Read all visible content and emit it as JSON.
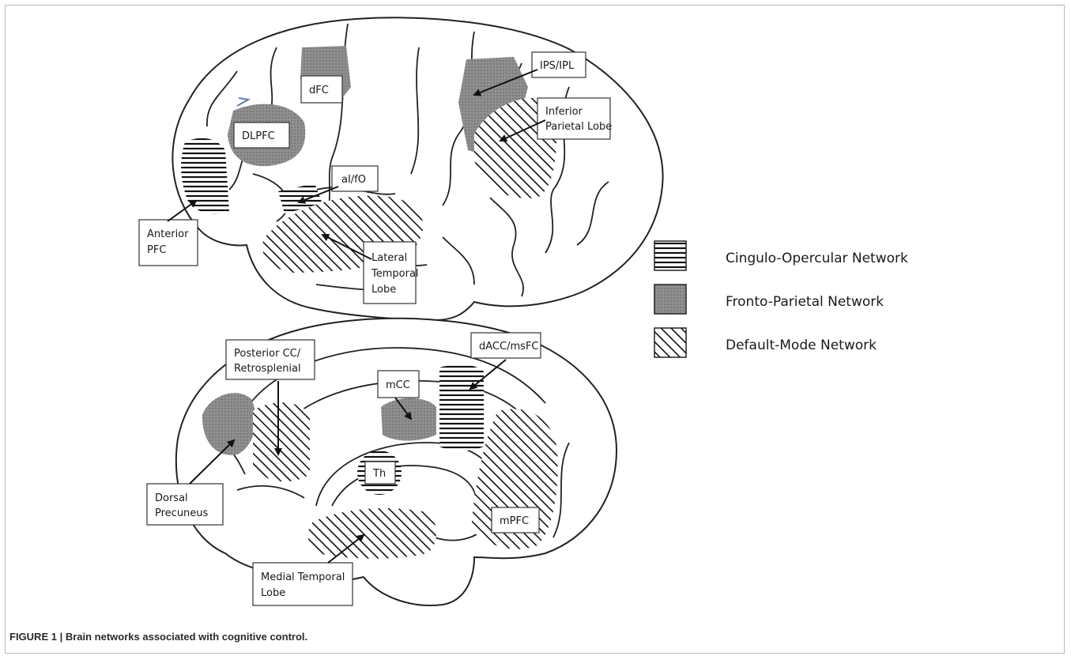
{
  "caption": {
    "number": "FIGURE 1 |",
    "text": "Brain networks associated with cognitive control."
  },
  "lateral_view": {
    "labels": {
      "dfc": "dFC",
      "ips_ipl": "IPS/IPL",
      "inferior_parietal": [
        "Inferior",
        "Parietal Lobe"
      ],
      "dlpfc": "DLPFC",
      "ai_fo": "aI/fO",
      "anterior_pfc": [
        "Anterior",
        "PFC"
      ],
      "lateral_temporal": [
        "Lateral",
        "Temporal",
        "Lobe"
      ]
    }
  },
  "medial_view": {
    "labels": {
      "posterior_cc": [
        "Posterior CC/",
        "Retrosplenial"
      ],
      "mcc": "mCC",
      "dacc_msfc": "dACC/msFC",
      "th": "Th",
      "mpfc": "mPFC",
      "dorsal_precuneus": [
        "Dorsal",
        "Precuneus"
      ],
      "medial_temporal": [
        "Medial Temporal",
        "Lobe"
      ]
    }
  },
  "legend": [
    {
      "label": "Cingulo-Opercular Network",
      "pattern": "horizontal-lines"
    },
    {
      "label": "Fronto-Parietal Network",
      "pattern": "gray-fill"
    },
    {
      "label": "Default-Mode Network",
      "pattern": "diagonal-lines"
    }
  ]
}
